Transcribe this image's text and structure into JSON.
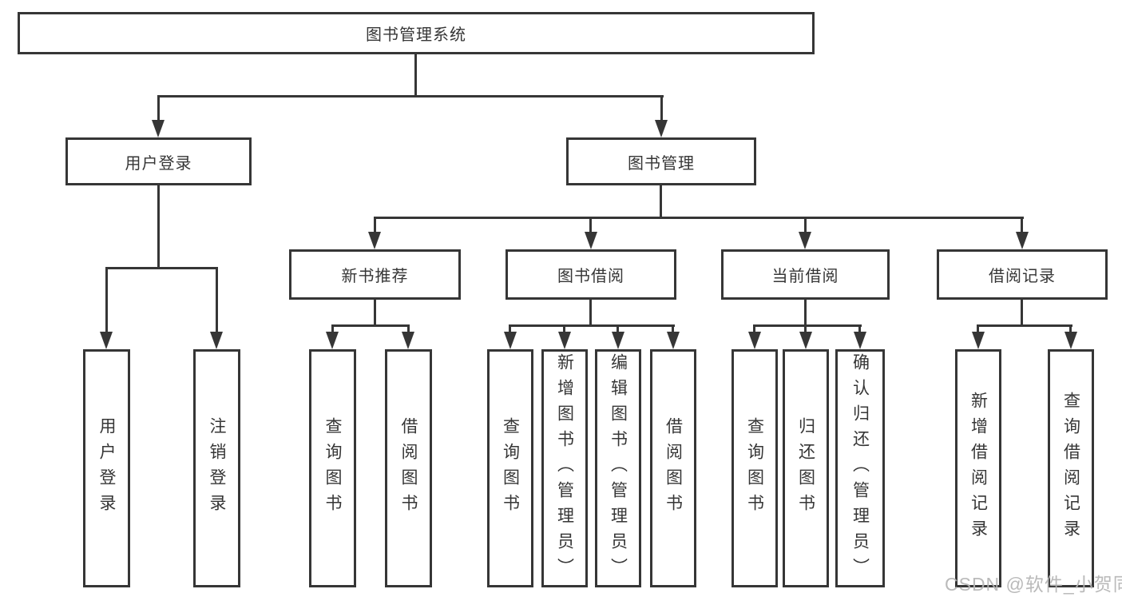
{
  "diagram": {
    "root": {
      "label": "图书管理系统"
    },
    "level2": {
      "user_login": {
        "label": "用户登录"
      },
      "book_mgmt": {
        "label": "图书管理"
      }
    },
    "level3": {
      "new_books": {
        "label": "新书推荐"
      },
      "borrowing": {
        "label": "图书借阅"
      },
      "current_borrow": {
        "label": "当前借阅"
      },
      "borrow_records": {
        "label": "借阅记录"
      }
    },
    "leaves": {
      "user_login_1": {
        "label": "用户登录"
      },
      "user_login_2": {
        "label": "注销登录"
      },
      "new_books_1": {
        "label": "查询图书"
      },
      "new_books_2": {
        "label": "借阅图书"
      },
      "borrowing_1": {
        "label": "查询图书"
      },
      "borrowing_2": {
        "label": "新增图书（管理员）"
      },
      "borrowing_3": {
        "label": "编辑图书（管理员）"
      },
      "borrowing_4": {
        "label": "借阅图书"
      },
      "current_1": {
        "label": "查询图书"
      },
      "current_2": {
        "label": "归还图书"
      },
      "current_3": {
        "label": "确认归还（管理员）"
      },
      "records_1": {
        "label": "新增借阅记录"
      },
      "records_2": {
        "label": "查询借阅记录"
      }
    }
  },
  "watermark": {
    "text": "CSDN @软件_小贺同学"
  },
  "colors": {
    "line": "#363636",
    "text": "#363636",
    "watermark": "#b4b4b4",
    "background": "#ffffff"
  }
}
